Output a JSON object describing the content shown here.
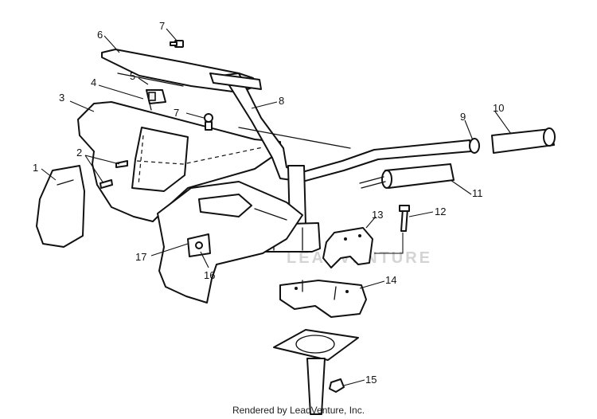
{
  "callouts": [
    {
      "id": "callout-1",
      "text": "1"
    },
    {
      "id": "callout-2",
      "text": "2"
    },
    {
      "id": "callout-3",
      "text": "3"
    },
    {
      "id": "callout-4",
      "text": "4"
    },
    {
      "id": "callout-5",
      "text": "5"
    },
    {
      "id": "callout-6",
      "text": "6"
    },
    {
      "id": "callout-7a",
      "text": "7"
    },
    {
      "id": "callout-7b",
      "text": "7"
    },
    {
      "id": "callout-8",
      "text": "8"
    },
    {
      "id": "callout-9",
      "text": "9"
    },
    {
      "id": "callout-10",
      "text": "10"
    },
    {
      "id": "callout-11",
      "text": "11"
    },
    {
      "id": "callout-12",
      "text": "12"
    },
    {
      "id": "callout-13",
      "text": "13"
    },
    {
      "id": "callout-14",
      "text": "14"
    },
    {
      "id": "callout-15",
      "text": "15"
    },
    {
      "id": "callout-16",
      "text": "16"
    },
    {
      "id": "callout-17",
      "text": "17"
    }
  ],
  "watermark": "LEADVENTURE",
  "footer": "Rendered by LeadVenture, Inc."
}
